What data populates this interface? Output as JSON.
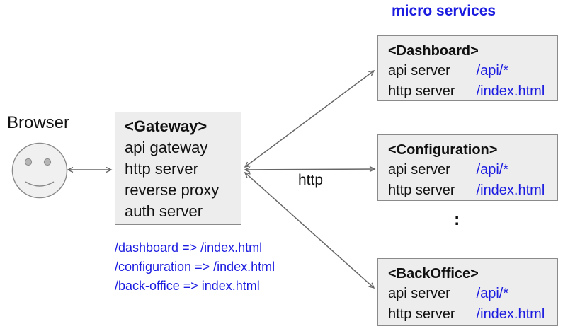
{
  "diagram": {
    "browser": {
      "label": "Browser"
    },
    "gateway": {
      "title": "<Gateway>",
      "lines": [
        "api gateway",
        "http server",
        "reverse proxy",
        "auth server"
      ],
      "mappings": [
        "/dashboard => /index.html",
        "/configuration => /index.html",
        "/back-office => index.html"
      ]
    },
    "micro_services_title": "micro services",
    "services": [
      {
        "title": "<Dashboard>",
        "rows": [
          {
            "label": "api server",
            "value": "/api/*"
          },
          {
            "label": "http server",
            "value": "/index.html"
          }
        ]
      },
      {
        "title": "<Configuration>",
        "rows": [
          {
            "label": "api server",
            "value": "/api/*"
          },
          {
            "label": "http server",
            "value": "/index.html"
          }
        ]
      },
      {
        "title": "<BackOffice>",
        "rows": [
          {
            "label": "api server",
            "value": "/api/*"
          },
          {
            "label": "http server",
            "value": "/index.html"
          }
        ]
      }
    ],
    "ellipsis": ":",
    "http_label": "http",
    "colors": {
      "blue_text": "#1c1ce0",
      "box_fill": "#ededed",
      "box_border": "#8a8a8a",
      "arrow": "#666666"
    }
  }
}
